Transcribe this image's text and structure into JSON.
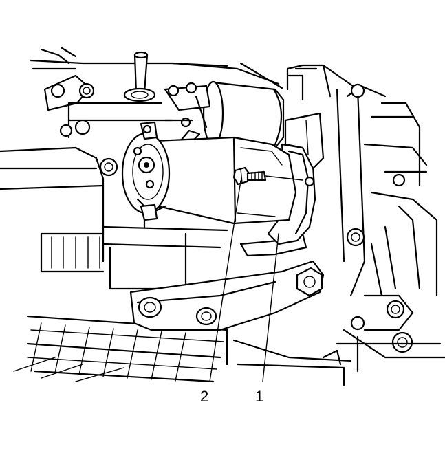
{
  "callouts": [
    {
      "label": "2",
      "part": "bolt"
    },
    {
      "label": "1",
      "part": "starter"
    }
  ]
}
